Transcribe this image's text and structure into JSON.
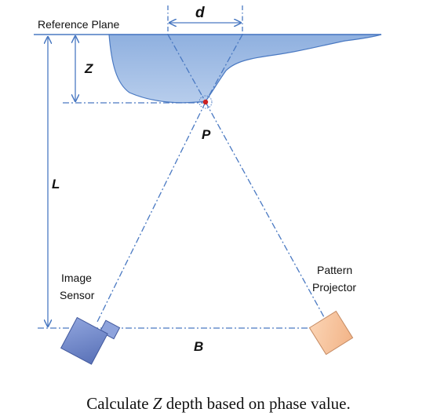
{
  "diagram": {
    "reference_plane_label": "Reference Plane",
    "d_label": "d",
    "z_label": "Z",
    "l_label": "L",
    "p_label": "P",
    "b_label": "B",
    "sensor_label_line1": "Image",
    "sensor_label_line2": "Sensor",
    "projector_label_line1": "Pattern",
    "projector_label_line2": "Projector"
  },
  "caption": {
    "before": "Calculate ",
    "symbol": "Z",
    "after": " depth based on phase value."
  },
  "colors": {
    "object_fill": "#9fbde3",
    "object_edge": "#4a79c2",
    "line": "#4a79c2",
    "sensor": "#6f87c8",
    "projector": "#f7c6a1",
    "point": "#cc2222"
  }
}
